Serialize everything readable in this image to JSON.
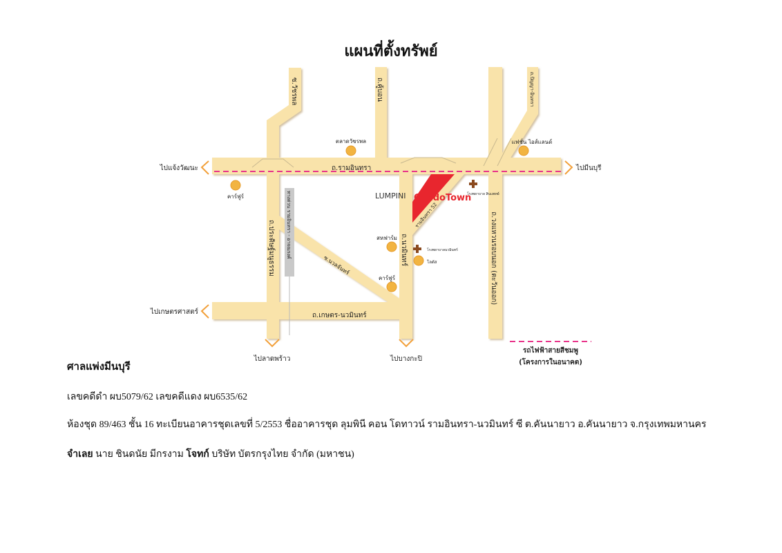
{
  "title": "แผนที่ตั้งทรัพย์",
  "map": {
    "roads": {
      "ramintra": "ถ.รามอินทรา",
      "watcharaphon": "ซ.วัชรพล",
      "khubon": "ถ.คู้บอน",
      "panya_intra": "ถ.ปัญญา-อินทรา",
      "pradit_manutham": "ถ.ประดิษฐ์มนูธรรม",
      "expressway": "ทางด่วน รามอินทรา - อาจณรงค์",
      "nuanchan": "ซ.นวลจันทร์",
      "nawamin": "ถ.นวมินทร์",
      "ramintra52": "รามอินทรา 52",
      "outer_ring": "ถ.วงแหวนรอบนอก (ตะวันออก)",
      "kaset_nawamin": "ถ.เกษตร-นวมินทร์"
    },
    "directions": {
      "west": "ไปแจ้งวัฒนะ",
      "east": "ไปมีนบุรี",
      "kaset": "ไปเกษตรศาสตร์",
      "ladprao": "ไปลาดพร้าว",
      "bangkapi": "ไปบางกะปิ"
    },
    "landmarks": {
      "market": "ตลาดวัชรพล",
      "fashion_island": "แฟชั่น ไอส์แลนด์",
      "carrefour1": "คาร์ฟูร์",
      "carrefour2": "คาร์ฟูร์",
      "sahafarm": "สหฟาร์ม",
      "hospital1": "โรงพยาบาล สินแพทย์",
      "hospital2": "โรงพยาบาลนวมินทร์",
      "lotus": "โลตัส",
      "condo_brand": "LUMPINI",
      "condo_name": "CondoTown"
    },
    "legend": {
      "line1": "รถไฟฟ้าสายสีชมพู",
      "line2": "(โครงการในอนาคต)"
    },
    "colors": {
      "road": "#f9e3aa",
      "accent": "#f2b441",
      "pink_line": "#e8338a",
      "condo": "#e8262e",
      "hospital": "#8b4a1f"
    }
  },
  "court": "ศาลแพ่งมีนบุรี",
  "case_line": "เลขคดีดำ ผบ5079/62 เลขคดีแดง ผบ6535/62",
  "property_line": "ห้องชุด 89/463  ชั้น 16   ทะเบียนอาคารชุดเลขที่ 5/2553   ชื่ออาคารชุด ลุมพินี คอน โดทาวน์ รามอินทรา-นวมินทร์ ซี ต.คันนายาว  อ.คันนายาว จ.กรุงเทพมหานคร",
  "parties": {
    "defendant_label": "จำเลย",
    "defendant": "นาย ชินดนัย มีกรงาม",
    "plaintiff_label": "โจทก์",
    "plaintiff": "บริษัท บัตรกรุงไทย จำกัด (มหาชน)"
  }
}
